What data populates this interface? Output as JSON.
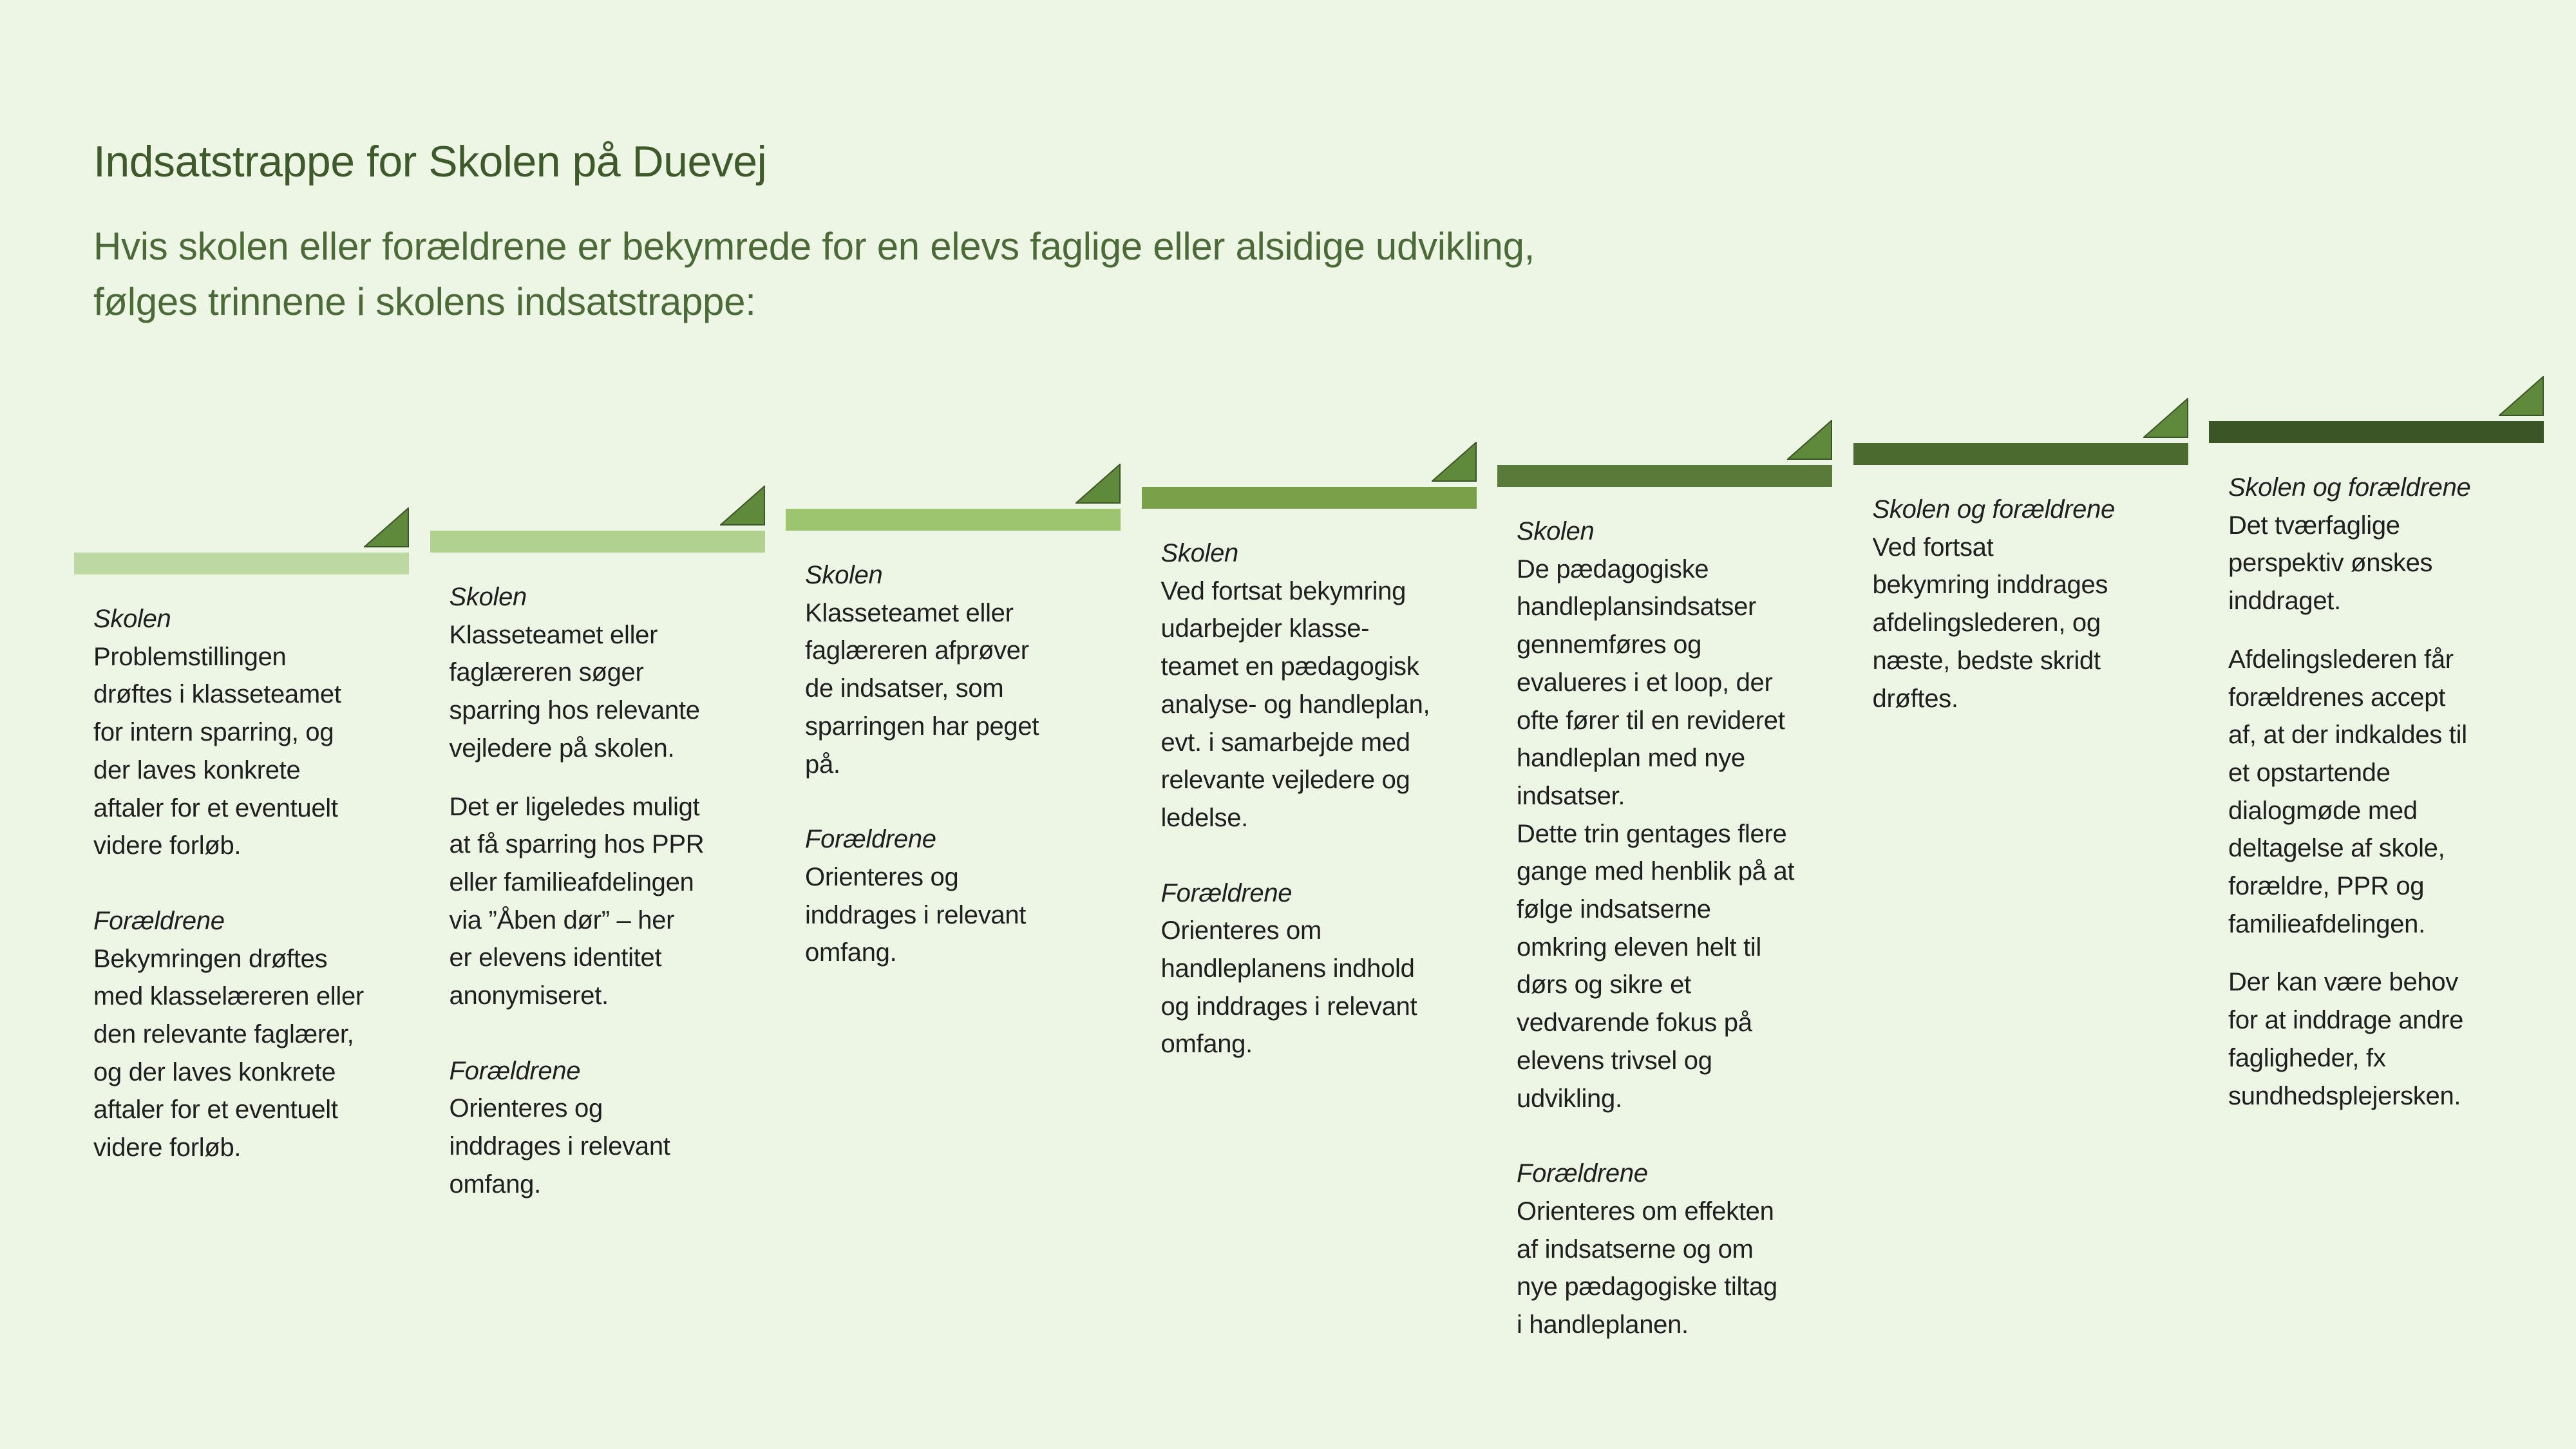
{
  "title": "Indsatstrappe for Skolen på Duevej",
  "subtitle": {
    "line1": "Hvis skolen eller forældrene er bekymrede for en elevs faglige eller alsidige udvikling,",
    "line2": "følges trinnene i skolens indsatstrappe:"
  },
  "colors": {
    "step1": "#bdd8a2",
    "step2": "#b0d18f",
    "step3": "#9dc46e",
    "step4": "#7aa04a",
    "step5": "#5a7a3a",
    "step6": "#4a6a30",
    "step7": "#3c5526",
    "triangle": "#5f8a3c",
    "triangle_stroke": "#3c5526"
  },
  "steps": [
    {
      "s_role": "Skolen",
      "s_lines": [
        "Problemstillingen",
        "drøftes i klasseteamet",
        "for intern sparring, og",
        "der laves konkrete",
        "aftaler for et eventuelt",
        "videre forløb."
      ],
      "p_role": "Forældrene",
      "p_lines": [
        "Bekymringen drøftes",
        "med klasselæreren eller",
        "den relevante faglærer,",
        "og der laves konkrete",
        "aftaler for et eventuelt",
        "videre forløb."
      ]
    },
    {
      "s_role": "Skolen",
      "s_lines": [
        "Klasseteamet eller",
        "faglæreren søger",
        "sparring hos relevante",
        "vejledere på skolen."
      ],
      "s_lines2": [
        "Det er ligeledes muligt",
        "at få sparring hos PPR",
        "eller familieafdelingen",
        "via ”Åben dør” – her",
        "er elevens identitet",
        "anonymiseret."
      ],
      "p_role": "Forældrene",
      "p_lines": [
        "Orienteres og",
        "inddrages i relevant",
        "omfang."
      ]
    },
    {
      "s_role": "Skolen",
      "s_lines": [
        "Klasseteamet eller",
        "faglæreren afprøver",
        "de indsatser, som",
        "sparringen har peget",
        "på."
      ],
      "p_role": "Forældrene",
      "p_lines": [
        "Orienteres og",
        "inddrages i relevant",
        "omfang."
      ]
    },
    {
      "s_role": "Skolen",
      "s_lines": [
        "Ved fortsat bekymring",
        "udarbejder klasse-",
        "teamet en pædagogisk",
        "analyse- og handleplan,",
        "evt. i samarbejde med",
        "relevante vejledere og",
        "ledelse."
      ],
      "p_role": "Forældrene",
      "p_lines": [
        "Orienteres om",
        "handleplanens indhold",
        "og inddrages i relevant",
        "omfang."
      ]
    },
    {
      "s_role": "Skolen",
      "s_lines": [
        "De pædagogiske",
        "handleplansindsatser",
        "gennemføres og",
        "evalueres i et loop, der",
        "ofte fører til en revideret",
        "handleplan med nye",
        "indsatser.",
        "Dette trin gentages flere",
        "gange med henblik på at",
        "følge indsatserne",
        "omkring eleven helt til",
        "dørs og sikre et",
        "vedvarende fokus på",
        "elevens trivsel og",
        "udvikling."
      ],
      "p_role": "Forældrene",
      "p_lines": [
        "Orienteres om effekten",
        "af indsatserne og om",
        "nye pædagogiske tiltag",
        "i handleplanen."
      ]
    },
    {
      "s_role": "Skolen og forældrene",
      "s_lines": [
        "Ved fortsat",
        "bekymring inddrages",
        "afdelingslederen, og",
        "næste, bedste skridt",
        "drøftes."
      ]
    },
    {
      "s_role": "Skolen og forældrene",
      "s_lines": [
        "Det tværfaglige",
        "perspektiv ønskes",
        "inddraget."
      ],
      "s_lines2": [
        "Afdelingslederen får",
        "forældrenes accept",
        "af, at der indkaldes til",
        "et opstartende",
        "dialogmøde med",
        "deltagelse af skole,",
        "forældre, PPR og",
        "familieafdelingen."
      ],
      "s_lines3": [
        "Der kan være behov",
        "for at inddrage andre",
        "fagligheder, fx",
        "sundhedsplejersken."
      ]
    }
  ]
}
